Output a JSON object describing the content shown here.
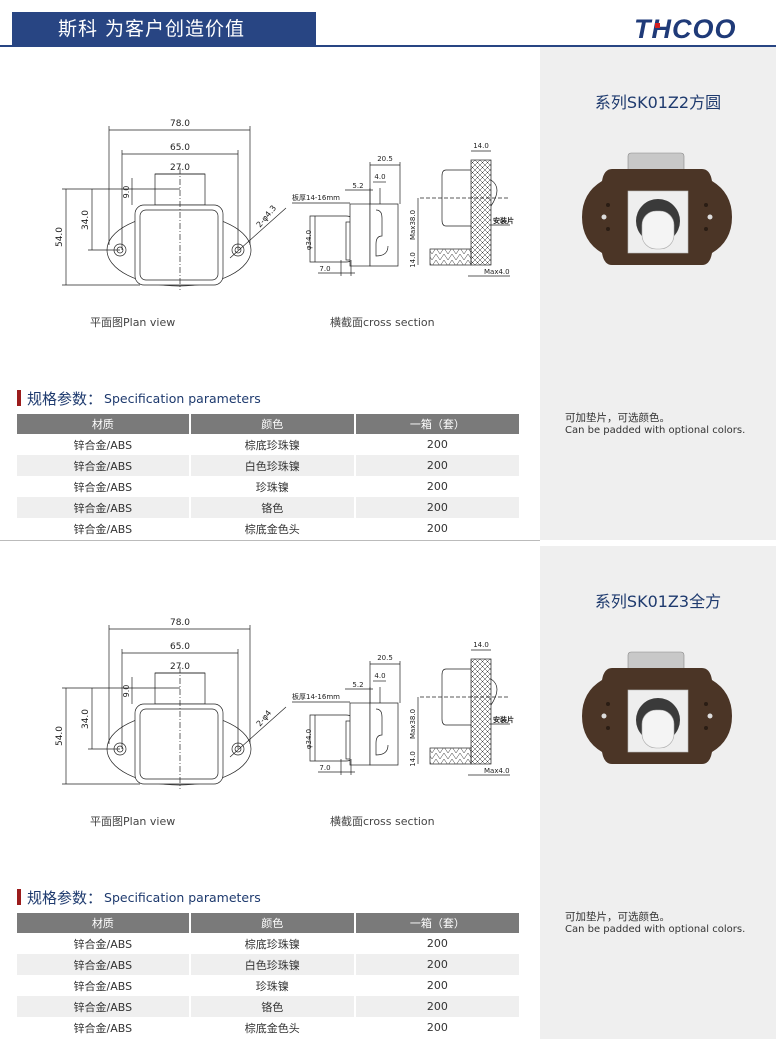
{
  "header": {
    "slogan": "斯科 为客户创造价值",
    "logo": "THCOO"
  },
  "sections": [
    {
      "series_title": "系列SK01Z2方圆",
      "note_zh": "可加垫片，可选颜色。",
      "note_en": "Can be padded with optional colors.",
      "plan_caption": "平面图Plan view",
      "cross_caption": "横截面cross section",
      "dims": {
        "w78": "78.0",
        "w65": "65.0",
        "w27": "27.0",
        "h54": "54.0",
        "h34": "34.0",
        "h9": "9.0",
        "holes": "2-φ4.3",
        "board": "板厚14-16mm",
        "d205": "20.5",
        "d52": "5.2",
        "d40": "4.0",
        "dia34": "φ34.0",
        "d70": "7.0",
        "m14top": "14.0",
        "max38": "Max38.0",
        "plate": "安装片",
        "m14": "14.0",
        "max4": "Max4.0"
      },
      "spec_title_zh": "规格参数：",
      "spec_title_en": "Specification parameters",
      "table": {
        "headers": [
          "材质",
          "颜色",
          "一箱（套）"
        ],
        "rows": [
          {
            "material": "锌合金/ABS",
            "color": "棕底珍珠镍",
            "qty": "200"
          },
          {
            "material": "锌合金/ABS",
            "color": "白色珍珠镍",
            "qty": "200"
          },
          {
            "material": "锌合金/ABS",
            "color": "珍珠镍",
            "qty": "200"
          },
          {
            "material": "锌合金/ABS",
            "color": "铬色",
            "qty": "200"
          },
          {
            "material": "锌合金/ABS",
            "color": "棕底金色头",
            "qty": "200"
          }
        ]
      }
    },
    {
      "series_title": "系列SK01Z3全方",
      "note_zh": "可加垫片，可选颜色。",
      "note_en": "Can be padded with optional colors.",
      "plan_caption": "平面图Plan view",
      "cross_caption": "横截面cross section",
      "dims": {
        "w78": "78.0",
        "w65": "65.0",
        "w27": "27.0",
        "h54": "54.0",
        "h34": "34.0",
        "h9": "9.0",
        "holes": "2-φ4",
        "board": "板厚14-16mm",
        "d205": "20.5",
        "d52": "5.2",
        "d40": "4.0",
        "dia34": "φ34.0",
        "d70": "7.0",
        "m14top": "14.0",
        "max38": "Max38.0",
        "plate": "安装片",
        "m14": "14.0",
        "max4": "Max4.0"
      },
      "spec_title_zh": "规格参数：",
      "spec_title_en": "Specification parameters",
      "table": {
        "headers": [
          "材质",
          "颜色",
          "一箱（套）"
        ],
        "rows": [
          {
            "material": "锌合金/ABS",
            "color": "棕底珍珠镍",
            "qty": "200"
          },
          {
            "material": "锌合金/ABS",
            "color": "白色珍珠镍",
            "qty": "200"
          },
          {
            "material": "锌合金/ABS",
            "color": "珍珠镍",
            "qty": "200"
          },
          {
            "material": "锌合金/ABS",
            "color": "铬色",
            "qty": "200"
          },
          {
            "material": "锌合金/ABS",
            "color": "棕底金色头",
            "qty": "200"
          }
        ]
      }
    }
  ],
  "colors": {
    "brand": "#284583",
    "accent": "#9b1c1c",
    "table_header": "#7a7a7a",
    "panel": "#efefef"
  }
}
